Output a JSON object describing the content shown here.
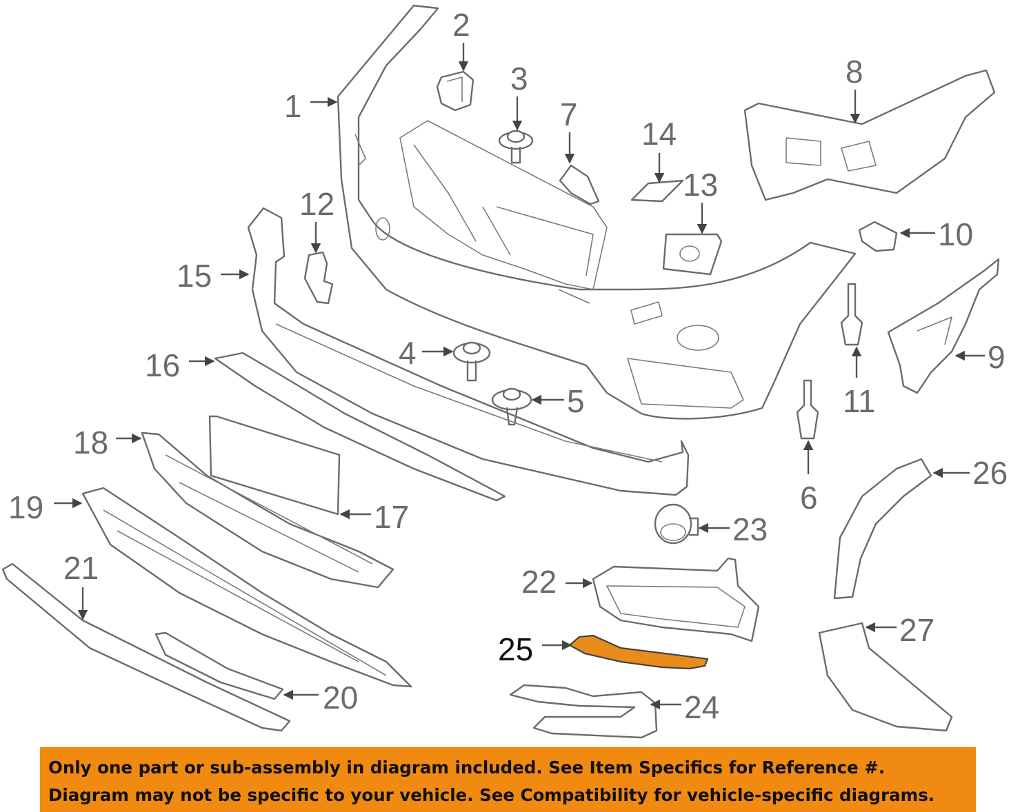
{
  "diagram": {
    "highlight_color": "#E98C1A",
    "line_color": "#6B6B6B",
    "highlighted_part": "25",
    "callouts": [
      {
        "number": "1",
        "part": "bumper-cover"
      },
      {
        "number": "2",
        "part": "bracket"
      },
      {
        "number": "3",
        "part": "push-clip"
      },
      {
        "number": "4",
        "part": "push-clip"
      },
      {
        "number": "5",
        "part": "push-clip"
      },
      {
        "number": "6",
        "part": "rivet"
      },
      {
        "number": "7",
        "part": "bracket"
      },
      {
        "number": "8",
        "part": "mounting-bracket"
      },
      {
        "number": "9",
        "part": "side-bracket"
      },
      {
        "number": "10",
        "part": "clip-nut"
      },
      {
        "number": "11",
        "part": "rivet"
      },
      {
        "number": "12",
        "part": "bracket"
      },
      {
        "number": "13",
        "part": "tow-hook-cover"
      },
      {
        "number": "14",
        "part": "cover"
      },
      {
        "number": "15",
        "part": "lower-spoiler"
      },
      {
        "number": "16",
        "part": "lower-trim"
      },
      {
        "number": "17",
        "part": "license-bracket"
      },
      {
        "number": "18",
        "part": "lower-grille"
      },
      {
        "number": "19",
        "part": "lower-grille"
      },
      {
        "number": "20",
        "part": "trim-strip"
      },
      {
        "number": "21",
        "part": "trim-molding"
      },
      {
        "number": "22",
        "part": "fog-lamp-bezel"
      },
      {
        "number": "23",
        "part": "park-sensor"
      },
      {
        "number": "24",
        "part": "bezel-trim"
      },
      {
        "number": "25",
        "part": "bezel-trim-molding"
      },
      {
        "number": "26",
        "part": "wheel-arch-molding"
      },
      {
        "number": "27",
        "part": "air-duct"
      }
    ]
  },
  "banner": {
    "background_color": "#F08A10",
    "line1": "Only one part or sub-assembly in diagram included. See Item Specifics for Reference #.",
    "line2": "Diagram may not be specific to your vehicle. See Compatibility for vehicle-specific diagrams."
  }
}
